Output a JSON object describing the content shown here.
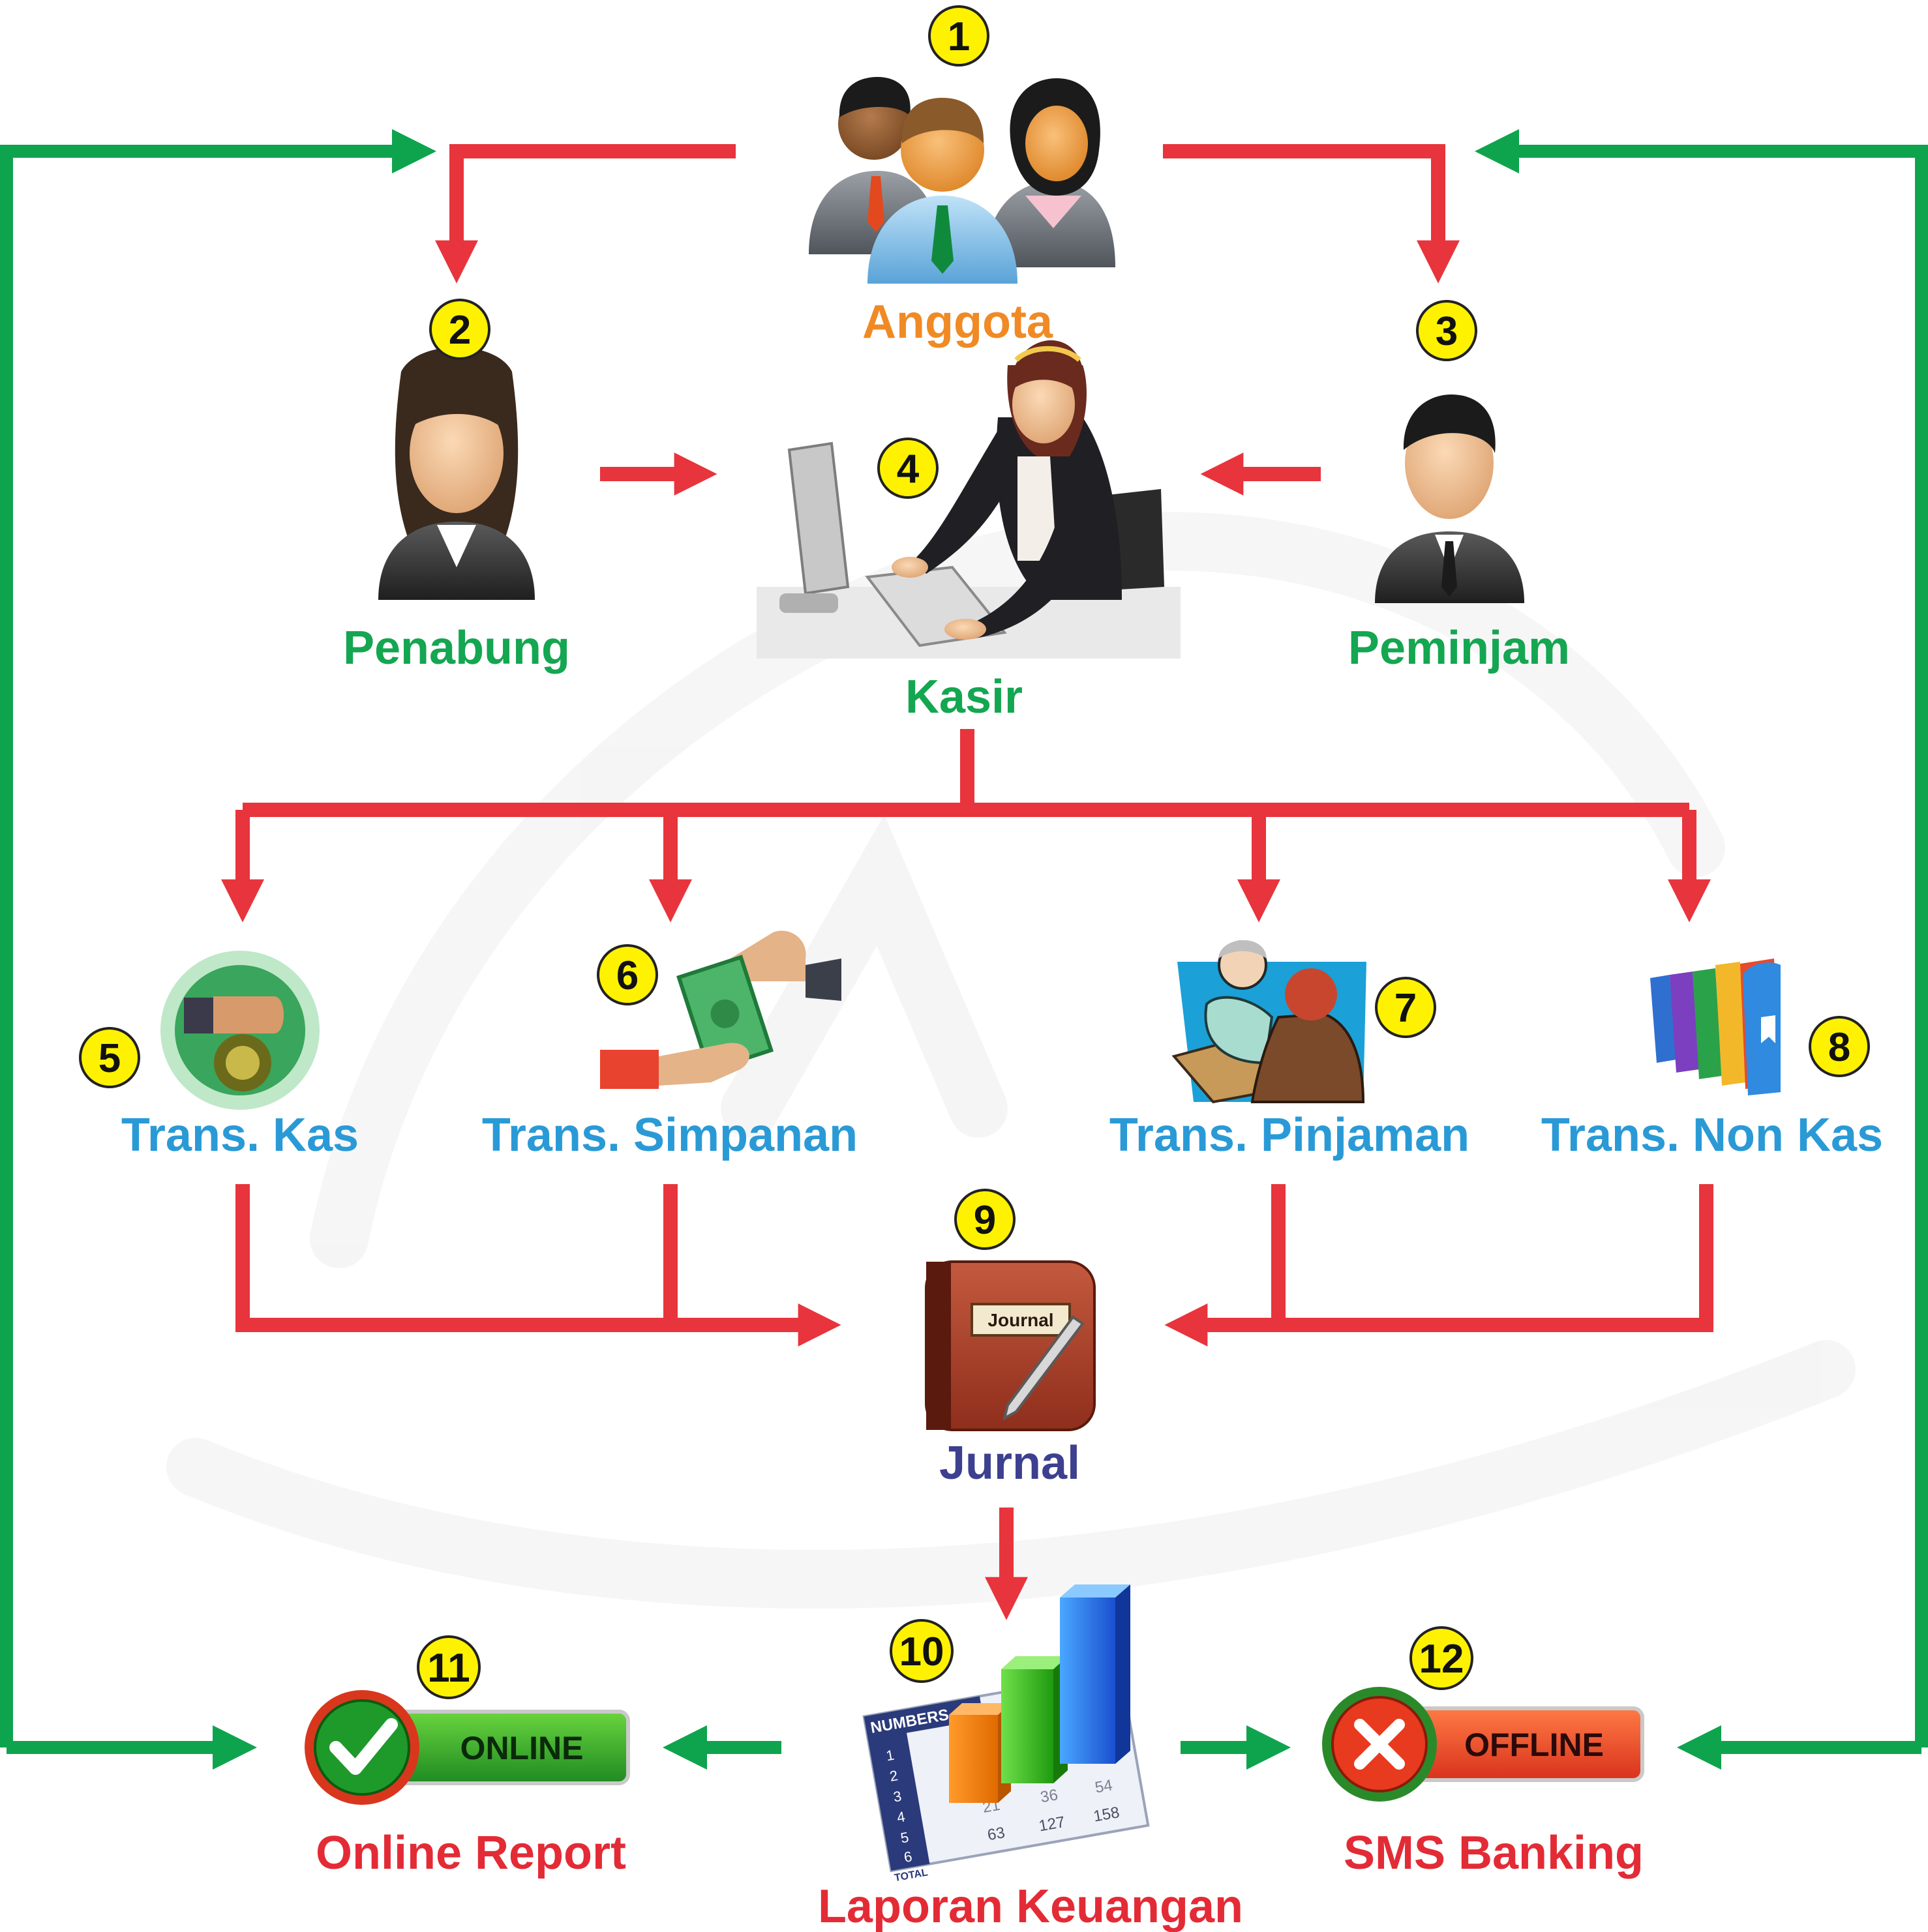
{
  "colors": {
    "flow_red": "#e8343c",
    "flow_green": "#0ea44d",
    "label_orange": "#f08a25",
    "label_green": "#14a651",
    "label_blue": "#2a9ad6",
    "label_navy": "#3d3f8f",
    "label_red": "#e32b36",
    "badge_yellow": "#fff200"
  },
  "nodes": {
    "anggota": {
      "number": "1",
      "label": "Anggota"
    },
    "penabung": {
      "number": "2",
      "label": "Penabung"
    },
    "peminjam": {
      "number": "3",
      "label": "Peminjam"
    },
    "kasir": {
      "number": "4",
      "label": "Kasir"
    },
    "trans_kas": {
      "number": "5",
      "label": "Trans. Kas"
    },
    "trans_simpanan": {
      "number": "6",
      "label": "Trans. Simpanan"
    },
    "trans_pinjaman": {
      "number": "7",
      "label": "Trans. Pinjaman"
    },
    "trans_non_kas": {
      "number": "8",
      "label": "Trans. Non Kas"
    },
    "jurnal": {
      "number": "9",
      "label": "Jurnal",
      "icon_text": "Journal"
    },
    "laporan": {
      "number": "10",
      "label": "Laporan Keuangan",
      "chart_text": {
        "title": "NUMBERS",
        "rows": [
          "1",
          "2",
          "3",
          "4",
          "5",
          "6"
        ],
        "total": "TOTAL",
        "values_top": [
          "21",
          "36",
          "54"
        ],
        "values_bottom": [
          "63",
          "127",
          "158"
        ]
      }
    },
    "online": {
      "number": "11",
      "label": "Online Report",
      "button": "ONLINE"
    },
    "sms": {
      "number": "12",
      "label": "SMS Banking",
      "button": "OFFLINE"
    }
  }
}
